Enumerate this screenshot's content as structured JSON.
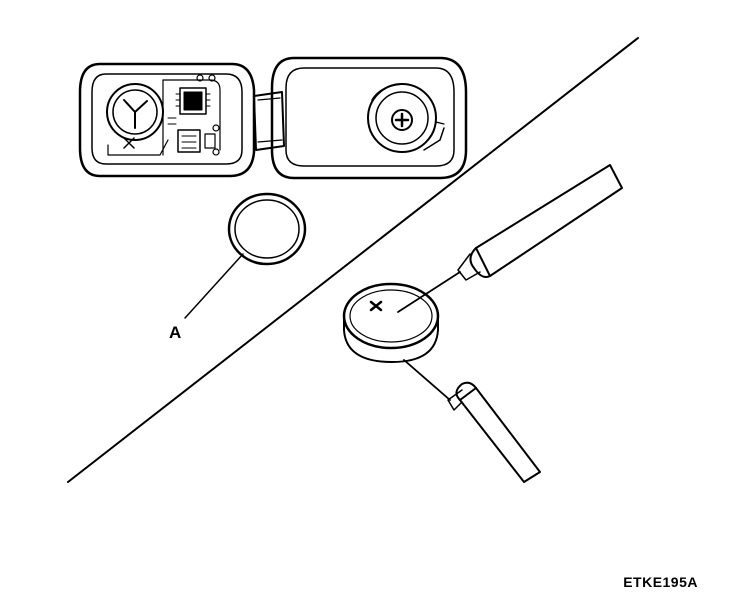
{
  "callout": {
    "label": "A"
  },
  "figure": {
    "code": "ETKE195A"
  },
  "icons": [
    "key-fob-open",
    "coin-battery",
    "multimeter-probe"
  ],
  "colors": {
    "ink": "#000000",
    "paper": "#ffffff"
  }
}
